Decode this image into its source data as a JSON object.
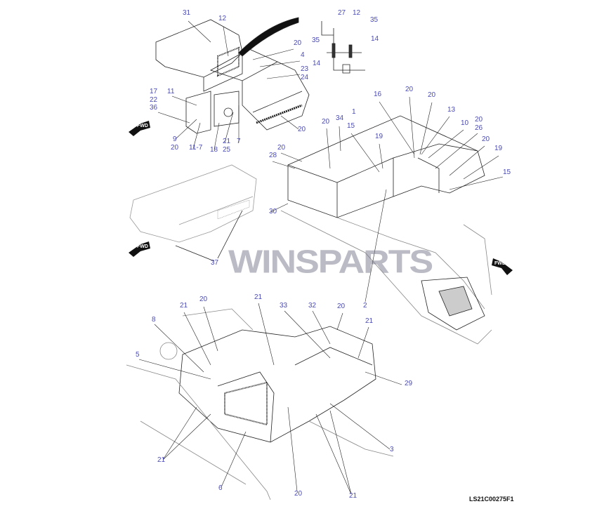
{
  "drawing_code": "LS21C00275F1",
  "watermark": {
    "part1": "WINS",
    "part2": "PARTS"
  },
  "fwd_label": "FWD",
  "callouts": {
    "top": [
      "31",
      "12",
      "20",
      "4",
      "23",
      "24",
      "17",
      "22",
      "36",
      "11",
      "9",
      "20",
      "11-7",
      "18",
      "21",
      "25",
      "7",
      "20"
    ],
    "inset": [
      "27",
      "12",
      "35",
      "35",
      "14",
      "14"
    ],
    "middle": [
      "16",
      "20",
      "20",
      "13",
      "1",
      "34",
      "20",
      "15",
      "10",
      "20",
      "26",
      "19",
      "20",
      "19",
      "20",
      "28",
      "15",
      "30",
      "2",
      "37"
    ],
    "bottom": [
      "21",
      "20",
      "8",
      "5",
      "21",
      "33",
      "32",
      "20",
      "21",
      "29",
      "3",
      "21",
      "6",
      "20",
      "21"
    ]
  }
}
